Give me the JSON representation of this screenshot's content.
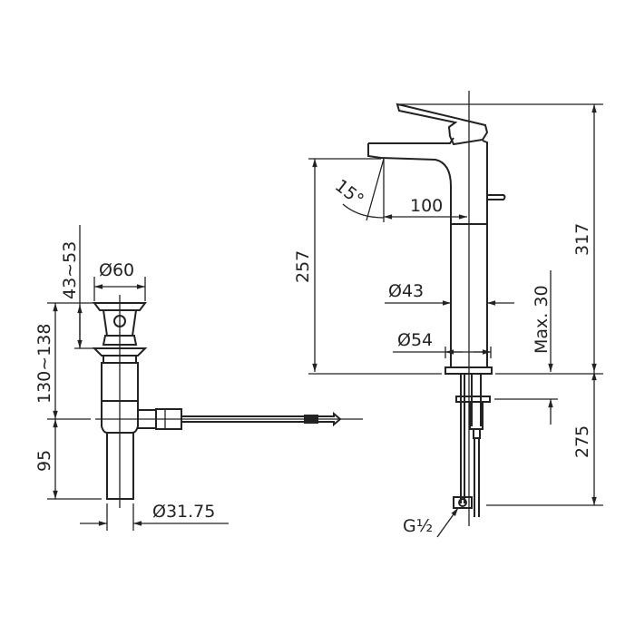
{
  "drain": {
    "dia_top": "Ø60",
    "height_pop": "43~53",
    "height_body": "130~138",
    "height_tail": "95",
    "dia_tail": "Ø31.75"
  },
  "faucet": {
    "angle": "15°",
    "reach": "100",
    "spout_height": "257",
    "total_height": "317",
    "dia_body": "Ø43",
    "dia_base": "Ø54",
    "max_deck": "Max. 30",
    "shank_length": "275",
    "thread": "G½"
  }
}
